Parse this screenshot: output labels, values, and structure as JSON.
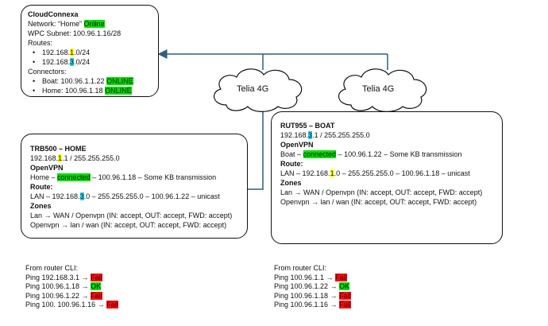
{
  "cloudconnexa": {
    "title": "CloudConnexa",
    "network_prefix": "Network: “Home” ",
    "network_status": "Online",
    "wpc_subnet": "WPC Subnet: 100.96.1.16/28",
    "routes_label": "Routes:",
    "route1": {
      "a": "192.168.",
      "b": "1",
      "c": ".0/24"
    },
    "route2": {
      "a": "192.168.",
      "b": "3",
      "c": ".0/24"
    },
    "connectors_label": "Connectors:",
    "connector1": {
      "text": "Boat: 100.96.1.1.22 ",
      "status": "ONLINE"
    },
    "connector2": {
      "text": "Home: 100.96.1.18 ",
      "status": "ONLINE"
    }
  },
  "clouds": {
    "left": "Telia 4G",
    "right": "Telia 4G"
  },
  "trb500": {
    "title": "TRB500 – HOME",
    "ip": {
      "a": "192.168.",
      "b": "1",
      "c": ".1 / 255.255.255.0"
    },
    "openvpn_label": "OpenVPN",
    "openvpn": {
      "a": "Home – ",
      "b": "connected",
      "c": " – 100.96.1.18 – Some KB transmission"
    },
    "route_label": "Route:",
    "route": {
      "a": "LAN – 192.168.",
      "b": "3",
      "c": ".0 – 255.255.255.0 – 100.96.1.22 – unicast"
    },
    "zones_label": "Zones",
    "zone1": "Lan → WAN / Openvpn (IN: accept, OUT: accept, FWD: accept)",
    "zone2": "Openvpn → lan / wan (IN: accept, OUT: accept, FWD: accept)"
  },
  "rut955": {
    "title": "RUT955 – BOAT",
    "ip": {
      "a": "192.168.",
      "b": "3",
      "c": ".1 / 255.255.255.0"
    },
    "openvpn_label": "OpenVPN",
    "openvpn": {
      "a": "Boat – ",
      "b": "connected",
      "c": " – 100.96.1.22 – Some KB transmission"
    },
    "route_label": "Route:",
    "route": {
      "a": "LAN – 192.168.",
      "b": "1",
      "c": ".0 – 255.255.255.0 – 100.96.1.18 – unicast"
    },
    "zones_label": "Zones",
    "zone1": "Lan → WAN / Openvpn (IN: accept, OUT: accept, FWD: accept)",
    "zone2": "Openvpn → lan / wan (IN: accept, OUT: accept, FWD: accept)"
  },
  "cli_home": {
    "heading": "From router CLI:",
    "pings": [
      {
        "cmd": "Ping 192.168.3.1 → ",
        "result": "Fail",
        "status": "fail"
      },
      {
        "cmd": "Ping 100.96.1.18 → ",
        "result": "OK",
        "status": "ok"
      },
      {
        "cmd": "Ping 100.96.1.22 → ",
        "result": "Fail",
        "status": "fail"
      },
      {
        "cmd": "Ping 100. 100.96.1.16 → ",
        "result": "Fail",
        "status": "fail"
      }
    ]
  },
  "cli_boat": {
    "heading": "From router CLI:",
    "pings": [
      {
        "cmd": "Ping 100.96.1.1 → ",
        "result": "Fail",
        "status": "fail"
      },
      {
        "cmd": "Ping 100.96.1.22 → ",
        "result": "OK",
        "status": "ok"
      },
      {
        "cmd": "Ping 100.96.1.18 → ",
        "result": "Fail",
        "status": "fail"
      },
      {
        "cmd": "Ping 100.96.1.16 → ",
        "result": "Fail",
        "status": "fail"
      }
    ]
  },
  "colors": {
    "online": "#00e000",
    "subnet1": "#ffff00",
    "subnet3": "#33ccee",
    "fail": "#ee1111",
    "line": "#2f5f7f"
  }
}
